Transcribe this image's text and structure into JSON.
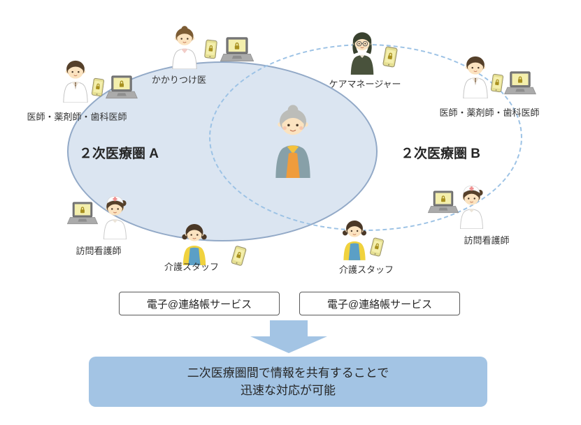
{
  "regions": {
    "a": {
      "label": "２次医療圏 A"
    },
    "b": {
      "label": "２次医療圏 B"
    }
  },
  "people": [
    {
      "label": "かかりつけ医",
      "icon": "female-doctor-icon"
    },
    {
      "label": "医師・薬剤師・歯科医師",
      "icon": "male-doctor-icon"
    },
    {
      "label": "ケアマネージャー",
      "icon": "care-manager-icon"
    },
    {
      "label": "医師・薬剤師・歯科医師",
      "icon": "male-doctor-icon"
    },
    {
      "label": "訪問看護師",
      "icon": "nurse-icon"
    },
    {
      "label": "介護スタッフ",
      "icon": "care-staff-icon"
    },
    {
      "label": "介護スタッフ",
      "icon": "care-staff-icon"
    },
    {
      "label": "訪問看護師",
      "icon": "nurse-icon"
    }
  ],
  "service_boxes": [
    {
      "label": "電子@連絡帳サービス"
    },
    {
      "label": "電子@連絡帳サービス"
    }
  ],
  "conclusion": {
    "line1": "二次医療圏間で情報を共有することで",
    "line2": "迅速な対応が可能"
  },
  "icons": {
    "patient-icon": "elderly woman (center of overlap)",
    "male-doctor-icon": "male doctor in white coat with tie",
    "female-doctor-icon": "female doctor in white coat",
    "care-manager-icon": "woman with glasses, dark top",
    "nurse-icon": "nurse with white cap and red cross",
    "care-staff-icon": "woman with pigtails, yellow top, blue apron",
    "smartphone-lock-icon": "yellow smartphone with padlock on screen",
    "laptop-lock-icon": "laptop with padlock on yellow screen",
    "down-arrow-icon": "light blue block arrow pointing down"
  },
  "colors": {
    "region_a_fill": "#dbe5f1",
    "region_a_border": "#92a9c7",
    "region_b_border": "#9cc2e5",
    "arrow": "#a3c4e4",
    "conclusion_fill": "#a3c4e4",
    "device_screen": "#f4efad",
    "text": "#333333"
  }
}
